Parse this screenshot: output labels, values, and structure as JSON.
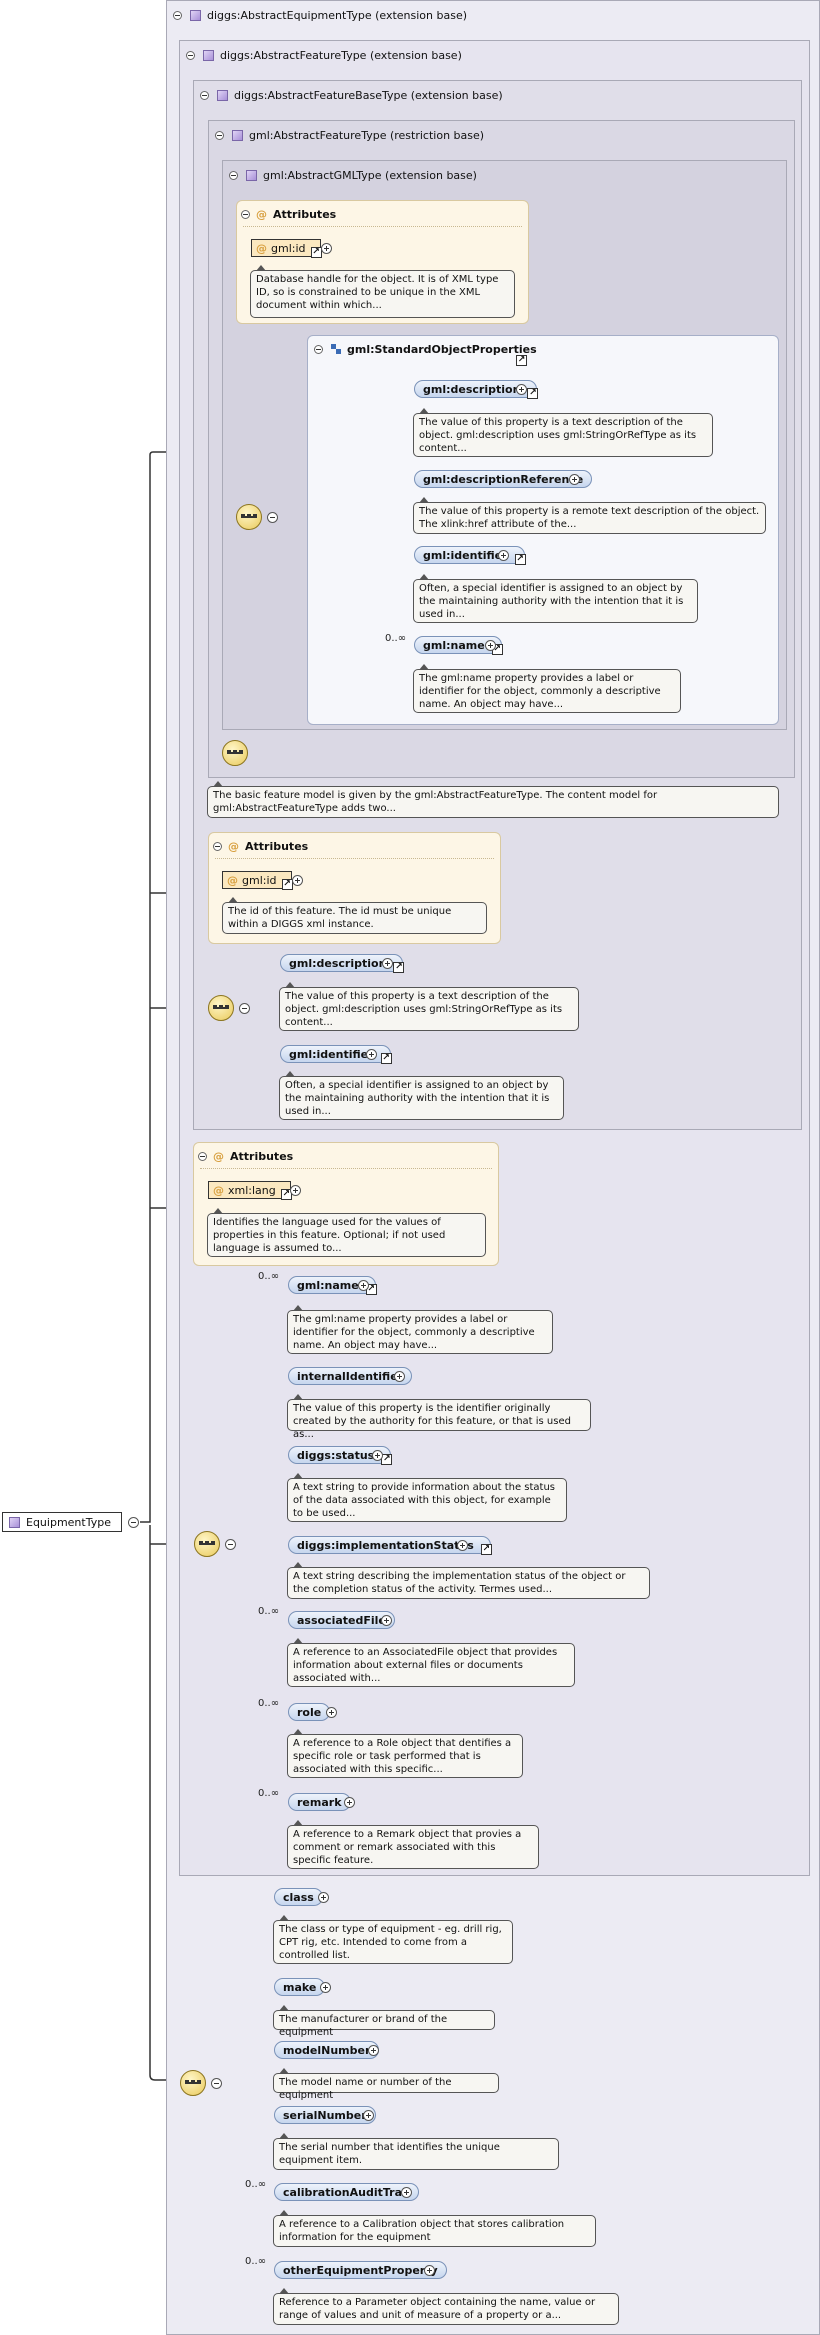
{
  "root": {
    "name": "EquipmentType"
  },
  "panels": {
    "abstract_equipment": "diggs:AbstractEquipmentType (extension base)",
    "abstract_feature": "diggs:AbstractFeatureType (extension base)",
    "abstract_feature_base": "diggs:AbstractFeatureBaseType (extension base)",
    "gml_abstract_feature": "gml:AbstractFeatureType (restriction base)",
    "gml_abstract_gml": "gml:AbstractGMLType (extension base)"
  },
  "attributes_label": "Attributes",
  "gml_attrs": {
    "id": "gml:id",
    "id_doc": "Database handle for the object. It is of XML type ID, so is constrained to be unique in the XML document within which..."
  },
  "sop": {
    "title": "gml:StandardObjectProperties",
    "cardinality": "0..∞",
    "items": [
      {
        "name": "gml:description",
        "doc": "The value of this property is a text description of the object. gml:description uses gml:StringOrRefType as its content..."
      },
      {
        "name": "gml:descriptionReference",
        "doc": "The value of this property is a remote text description of the object. The xlink:href attribute of the..."
      },
      {
        "name": "gml:identifier",
        "doc": "Often, a special identifier is assigned to an object by the maintaining authority with the intention that it is used in..."
      },
      {
        "name": "gml:name",
        "doc": "The gml:name property provides a label or identifier for the object, commonly a descriptive name. An object may have..."
      }
    ]
  },
  "gml_feature_doc": "The basic feature model is given by the gml:AbstractFeatureType. The content model for gml:AbstractFeatureType adds two...",
  "base_attrs": {
    "id": "gml:id",
    "id_doc": "The id of this feature. The id must be unique within a DIGGS xml instance."
  },
  "base_seq": [
    {
      "name": "gml:description",
      "doc": "The value of this property is a text description of the object. gml:description uses gml:StringOrRefType as its content..."
    },
    {
      "name": "gml:identifier",
      "doc": "Often, a special identifier is assigned to an object by the maintaining authority with the intention that it is used in..."
    }
  ],
  "feature_attrs": {
    "lang": "xml:lang",
    "lang_doc": "Identifies the language used for the values of properties in this feature. Optional; if not used language is assumed to..."
  },
  "feature_seq": [
    {
      "card": "0..∞",
      "name": "gml:name",
      "doc": "The gml:name property provides a label or identifier for the object, commonly a descriptive name. An object may have..."
    },
    {
      "card": "",
      "name": "internalIdentifier",
      "doc": "The value of this property is the identifier originally created by the authority for this feature, or that is used as..."
    },
    {
      "card": "",
      "name": "diggs:status",
      "doc": "A text string to provide information about the status of the data associated with this object, for example to be used..."
    },
    {
      "card": "",
      "name": "diggs:implementationStatus",
      "doc": "A text string describing the implementation status of the object or the completion status of the activity. Termes used..."
    },
    {
      "card": "0..∞",
      "name": "associatedFile",
      "doc": "A reference to an AssociatedFile object that provides information about external files or documents associated with..."
    },
    {
      "card": "0..∞",
      "name": "role",
      "doc": "A reference to a Role object that dentifies a specific role or task performed that is associated with this specific..."
    },
    {
      "card": "0..∞",
      "name": "remark",
      "doc": "A reference to a Remark object that provies a comment or remark associated with this specific feature."
    }
  ],
  "equip_seq": [
    {
      "card": "",
      "name": "class",
      "doc": "The class or type of equipment - eg. drill rig, CPT rig, etc. Intended to come from a controlled list."
    },
    {
      "card": "",
      "name": "make",
      "doc": "The manufacturer or brand of the equipment"
    },
    {
      "card": "",
      "name": "modelNumber",
      "doc": "The model name or number of the equipment"
    },
    {
      "card": "",
      "name": "serialNumber",
      "doc": "The serial number that identifies the unique equipment item."
    },
    {
      "card": "0..∞",
      "name": "calibrationAuditTrail",
      "doc": "A reference to a Calibration object that stores calibration information for the equipment"
    },
    {
      "card": "0..∞",
      "name": "otherEquipmentProperty",
      "doc": "Reference to a Parameter object containing the name, value or range of values and unit of measure of a property or a..."
    }
  ]
}
